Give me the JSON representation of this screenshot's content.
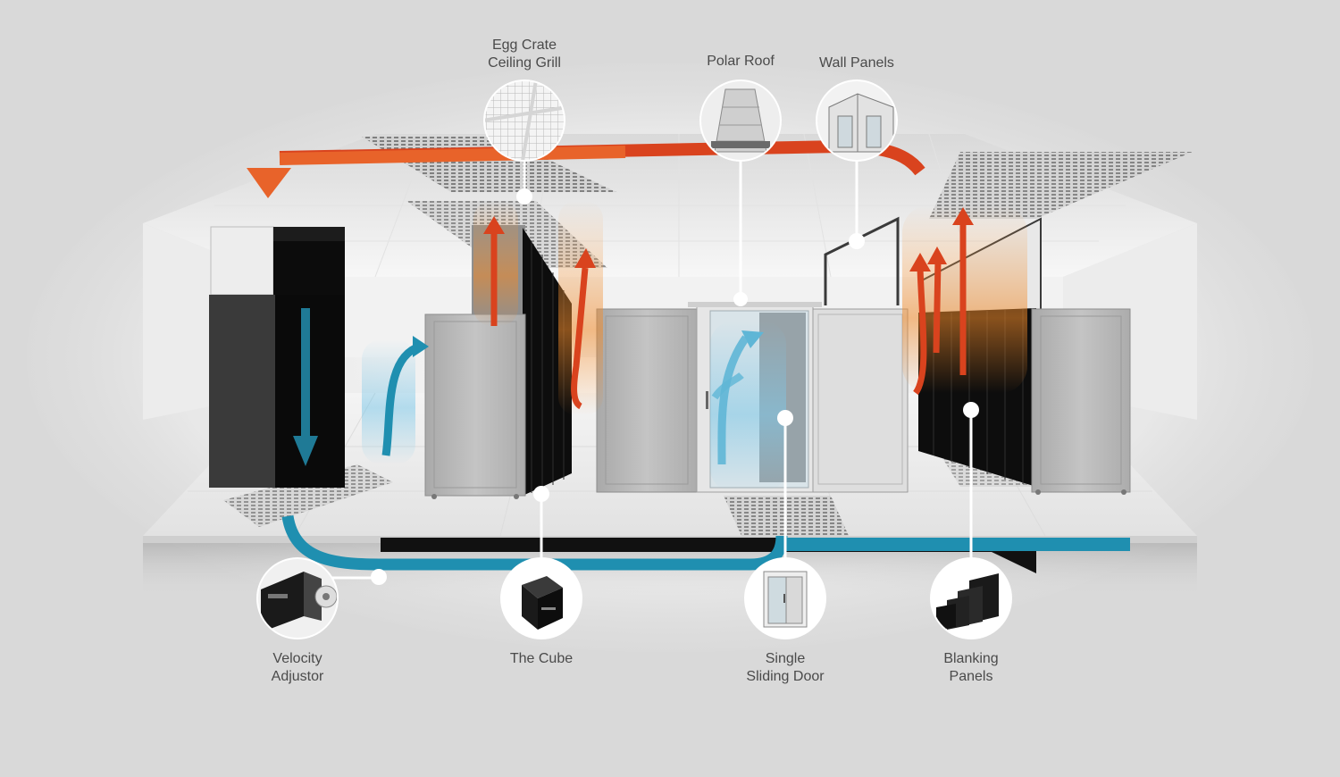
{
  "callouts": {
    "egg_crate": {
      "lines": [
        "Egg Crate",
        "Ceiling Grill"
      ]
    },
    "polar_roof": {
      "lines": [
        "Polar Roof"
      ]
    },
    "wall_panels": {
      "lines": [
        "Wall Panels"
      ]
    },
    "velocity_adjustor": {
      "lines": [
        "Velocity",
        "Adjustor"
      ]
    },
    "the_cube": {
      "lines": [
        "The Cube"
      ]
    },
    "sliding_door": {
      "lines": [
        "Single",
        "Sliding Door"
      ]
    },
    "blanking_panels": {
      "lines": [
        "Blanking",
        "Panels"
      ]
    }
  },
  "colors": {
    "background": "#d9d9d9",
    "hot_air": "#d9431e",
    "hot_air_glow": "#f08a2a",
    "cold_air": "#1f8fb0",
    "cold_air_glow": "#7ec8e8",
    "rack_black": "#111111",
    "rack_grey": "#b7b7b7",
    "callout_line": "#ffffff"
  },
  "icons": [
    "egg-crate-grill-icon",
    "polar-roof-icon",
    "wall-panels-icon",
    "velocity-adjustor-icon",
    "cube-icon",
    "sliding-door-icon",
    "blanking-panels-icon"
  ]
}
